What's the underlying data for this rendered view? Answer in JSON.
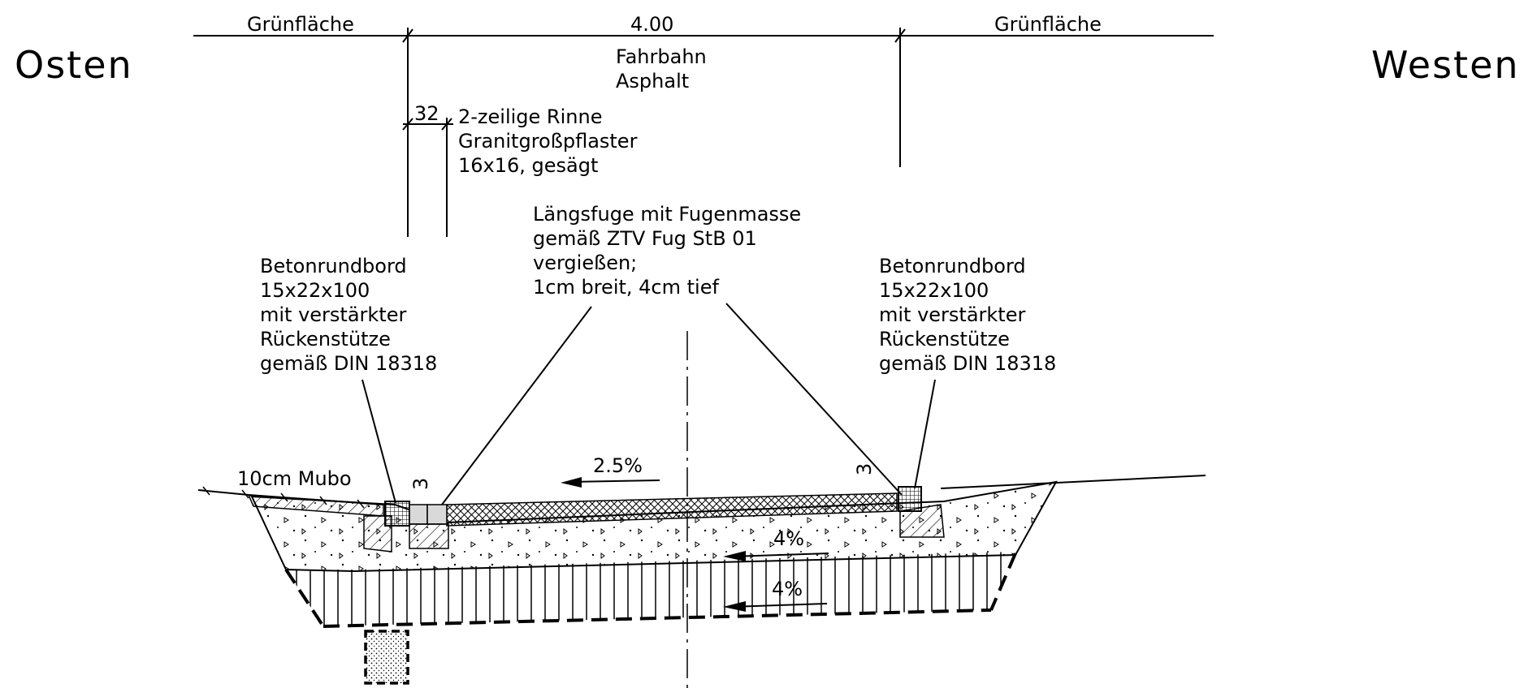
{
  "directions": {
    "east": "Osten",
    "west": "Westen"
  },
  "top_dimensions": {
    "left_zone": "Grünfläche",
    "center_width": "4.00",
    "right_zone": "Grünfläche"
  },
  "roadway": {
    "line1": "Fahrbahn",
    "line2": "Asphalt"
  },
  "gutter": {
    "width": "32",
    "line1": "2-zeilige Rinne",
    "line2": "Granitgroßpflaster",
    "line3": "16x16, gesägt"
  },
  "joint": {
    "line1": "Längsfuge mit Fugenmasse",
    "line2": "gemäß ZTV Fug StB 01",
    "line3": "vergießen;",
    "line4": "1cm breit, 4cm tief"
  },
  "curb_left": {
    "line1": "Betonrundbord",
    "line2": "15x22x100",
    "line3": "mit verstärkter",
    "line4": "Rückenstütze",
    "line5": "gemäß DIN 18318"
  },
  "curb_right": {
    "line1": "Betonrundbord",
    "line2": "15x22x100",
    "line3": "mit verstärkter",
    "line4": "Rückenstütze",
    "line5": "gemäß DIN 18318"
  },
  "mubo_label": "10cm Mubo",
  "curb_reveal_left": "3",
  "curb_reveal_right": "3",
  "slopes": {
    "surface": "2.5%",
    "base": "4%",
    "subgrade": "4%"
  }
}
